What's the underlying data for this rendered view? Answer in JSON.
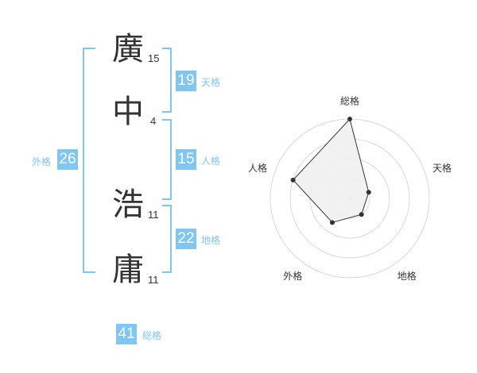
{
  "colors": {
    "accent": "#7fc6f2",
    "text": "#333333",
    "ring": "#d9d9d9",
    "fill": "#f0f0f0",
    "line": "#333333"
  },
  "name": {
    "characters": [
      {
        "char": "廣",
        "strokes": "15"
      },
      {
        "char": "中",
        "strokes": "4"
      },
      {
        "char": "浩",
        "strokes": "11"
      },
      {
        "char": "庸",
        "strokes": "11"
      }
    ]
  },
  "fortune": {
    "tenkaku": {
      "value": "19",
      "label": "天格"
    },
    "jinkaku": {
      "value": "15",
      "label": "人格"
    },
    "chikaku": {
      "value": "22",
      "label": "地格"
    },
    "gaikaku": {
      "value": "26",
      "label": "外格"
    },
    "soukaku": {
      "value": "41",
      "label": "総格"
    }
  },
  "chart_data": {
    "type": "radar",
    "axes": [
      "総格",
      "天格",
      "地格",
      "外格",
      "人格"
    ],
    "rings": 4,
    "max": 4,
    "values": [
      4,
      1,
      1,
      1.5,
      3
    ]
  }
}
